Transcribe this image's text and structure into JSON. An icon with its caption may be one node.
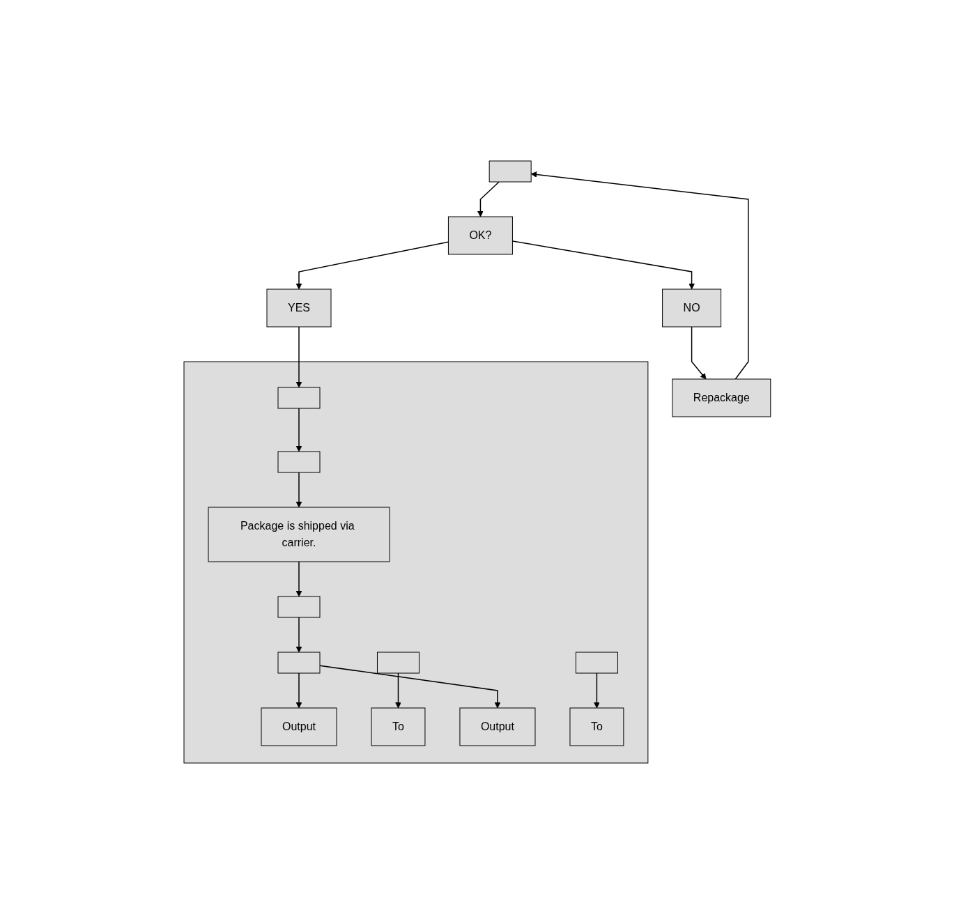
{
  "diagram": {
    "nodes": [
      {
        "text": [],
        "shape": "box"
      },
      {
        "text": [
          "OK?"
        ]
      },
      {
        "text": [
          "NO"
        ]
      },
      {
        "text": [
          "Repackage"
        ]
      },
      {
        "text": [
          "YES"
        ]
      },
      {
        "text": [],
        "shape": "box"
      },
      {
        "text": [],
        "shape": "box",
        "in": 5
      },
      {
        "text": [],
        "shape": "box",
        "in": 5
      },
      {
        "text": [
          "Package is shipped via carrier."
        ],
        "in": 5
      },
      {
        "text": [],
        "shape": "box",
        "in": 5
      },
      {
        "text": [],
        "shape": "box",
        "in": 5
      },
      {
        "text": [
          "Output"
        ],
        "in": 5
      },
      {
        "text": [],
        "shape": "box",
        "in": 5
      },
      {
        "text": [
          "To"
        ],
        "in": 5
      },
      {
        "text": [
          "Output"
        ],
        "in": 5
      },
      {
        "text": [],
        "shape": "box",
        "in": 5
      },
      {
        "text": [
          "To"
        ],
        "in": 5
      }
    ],
    "edges": [
      {
        "from": 0,
        "to": 1,
        "arrow": "to"
      },
      {
        "from": 1,
        "to": 2,
        "arrow": "to"
      },
      {
        "from": 2,
        "to": 3,
        "arrow": "to"
      },
      {
        "from": 3,
        "to": 0,
        "arrow": "to"
      },
      {
        "from": 1,
        "to": 4,
        "arrow": "to"
      },
      {
        "from": 4,
        "to": 6,
        "arrow": "to"
      },
      {
        "from": 6,
        "to": 7,
        "arrow": "to"
      },
      {
        "from": 7,
        "to": 8,
        "arrow": "to"
      },
      {
        "from": 8,
        "to": 9,
        "arrow": "to"
      },
      {
        "from": 9,
        "to": 10,
        "arrow": "to"
      },
      {
        "from": 10,
        "to": 11,
        "arrow": "to"
      },
      {
        "from": 10,
        "to": 14,
        "arrow": "to"
      },
      {
        "from": 12,
        "to": 13,
        "arrow": "to"
      },
      {
        "from": 15,
        "to": 16,
        "arrow": "to"
      }
    ]
  }
}
